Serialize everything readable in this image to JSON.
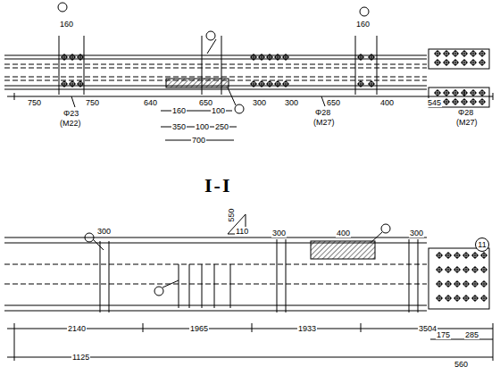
{
  "diagram": {
    "labels": [
      "160",
      "160",
      "750",
      "750",
      "640",
      "650",
      "300",
      "300",
      "650",
      "400",
      "545",
      "Φ23",
      "(M22)",
      "Φ28",
      "(M27)",
      "Φ28",
      "(M27)",
      "160",
      "100",
      "350",
      "100",
      "250",
      "700",
      "I-I",
      "550",
      "110",
      "300",
      "300",
      "400",
      "300",
      "11",
      "175",
      "285",
      "560",
      "2140",
      "1965",
      "1933",
      "3504",
      "1125"
    ]
  }
}
